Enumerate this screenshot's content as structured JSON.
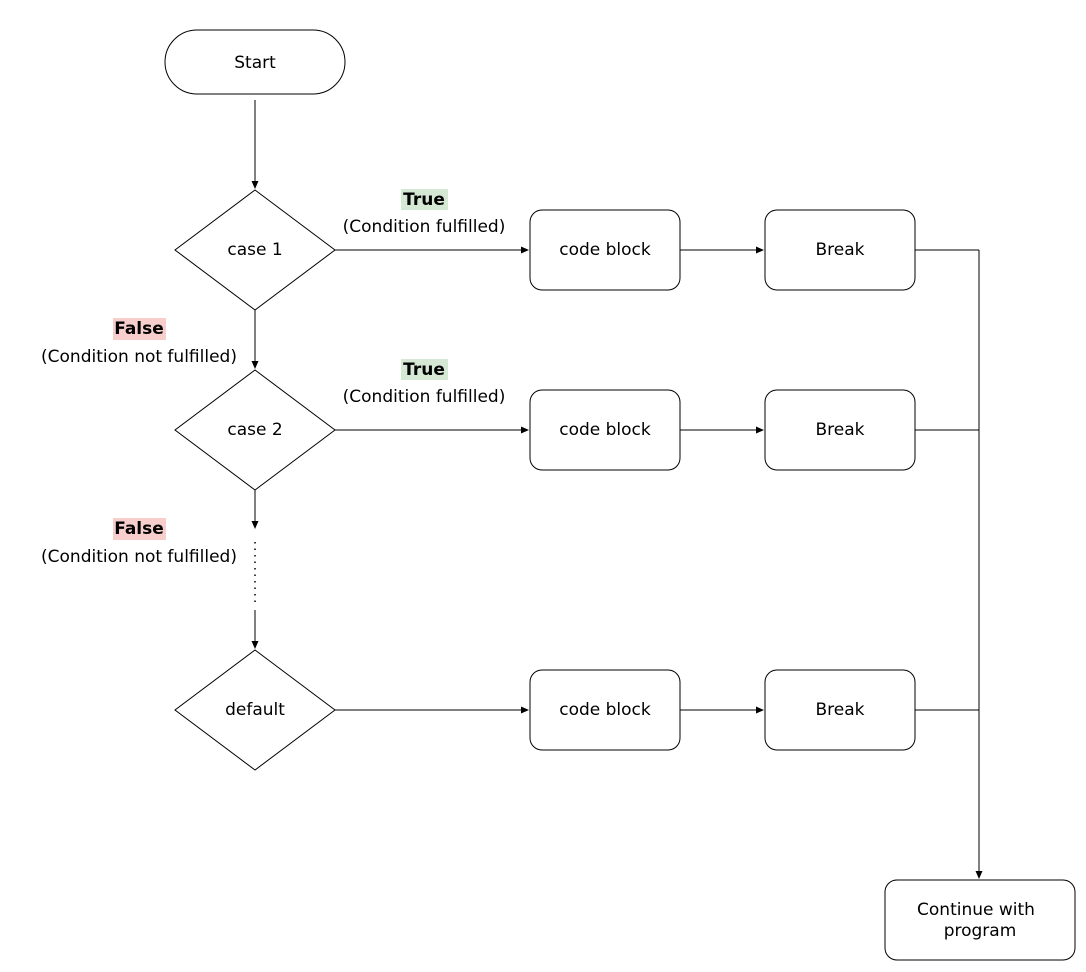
{
  "diagram": {
    "nodes": {
      "start": "Start",
      "case1": "case 1",
      "case2": "case 2",
      "default": "default",
      "code_block_1": "code block",
      "code_block_2": "code block",
      "code_block_3": "code block",
      "break_1": "Break",
      "break_2": "Break",
      "break_3": "Break",
      "continue_line1": "Continue with",
      "continue_line2": "program"
    },
    "labels": {
      "true_1": "True",
      "true_1_desc": "(Condition fulfilled)",
      "true_2": "True",
      "true_2_desc": "(Condition fulfilled)",
      "false_1": "False",
      "false_1_desc": "(Condition not fulfilled)",
      "false_2": "False",
      "false_2_desc": "(Condition not fulfilled)"
    },
    "colors": {
      "true_highlight": "#d5e8d4",
      "false_highlight": "#f8cecc"
    }
  }
}
